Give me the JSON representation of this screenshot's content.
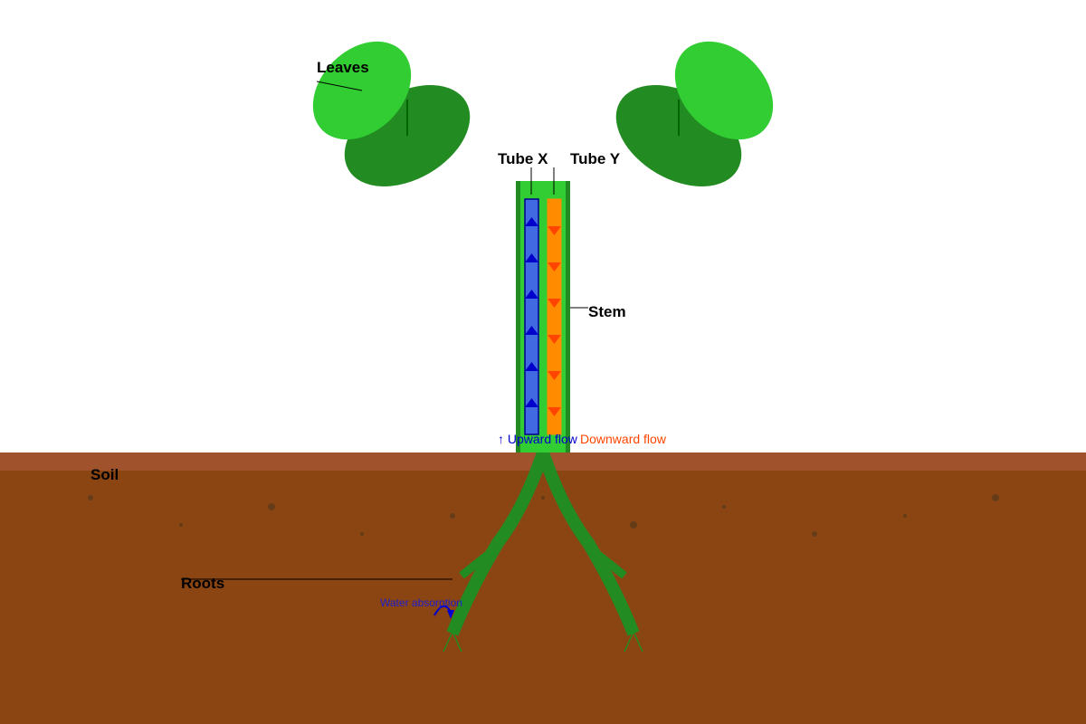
{
  "labels": {
    "leaves": "Leaves",
    "tube_x": "Tube X",
    "tube_y": "Tube Y",
    "stem": "Stem",
    "soil": "Soil",
    "roots": "Roots",
    "upward_flow": "↑ Upward flow",
    "downward_flow": "Downward flow",
    "water_absorption": "Water absorption"
  },
  "colors": {
    "background": "#ffffff",
    "leaf_light": "#32cd32",
    "leaf_dark": "#228b22",
    "stem": "#32cd32",
    "stem_edge": "#228b22",
    "tube_x_fill": "#4169e1",
    "tube_x_arrow": "#0000cd",
    "tube_y_fill": "#ff8c00",
    "tube_y_arrow": "#ff4500",
    "soil_top": "#a0522d",
    "soil": "#8b4513",
    "soil_specks": "#5c3a1a",
    "roots": "#228b22",
    "upward_text": "#0000cd",
    "downward_text": "#ff4500",
    "water_text": "#1e1ecd"
  }
}
